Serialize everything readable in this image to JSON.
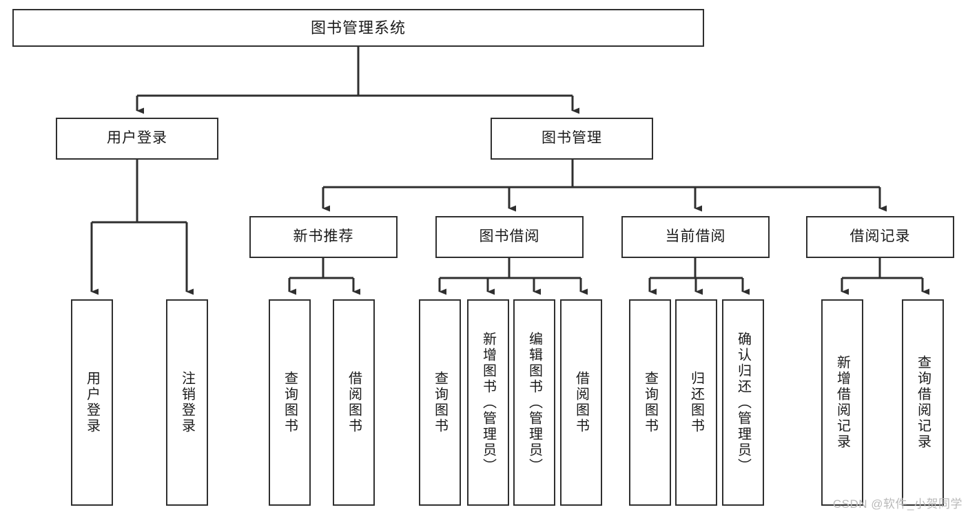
{
  "diagram": {
    "title": "图书管理系统",
    "watermark": "CSDN @软件_小贺同学",
    "line_color": "#2f2f2f",
    "background_color": "#ffffff",
    "text_color": "#1a1a1a",
    "nodes": {
      "root": {
        "label": "图书管理系统"
      },
      "level2": [
        {
          "label": "用户登录"
        },
        {
          "label": "图书管理"
        }
      ],
      "level3": [
        {
          "label": "新书推荐"
        },
        {
          "label": "图书借阅"
        },
        {
          "label": "当前借阅"
        },
        {
          "label": "借阅记录"
        }
      ],
      "leaves_user_login": [
        {
          "label": "用户登录"
        },
        {
          "label": "注销登录"
        }
      ],
      "leaves_new_book": [
        {
          "label": "查询图书"
        },
        {
          "label": "借阅图书"
        }
      ],
      "leaves_borrow": [
        {
          "label": "查询图书"
        },
        {
          "label": "新增图书（管理员）"
        },
        {
          "label": "编辑图书（管理员）"
        },
        {
          "label": "借阅图书"
        }
      ],
      "leaves_current": [
        {
          "label": "查询图书"
        },
        {
          "label": "归还图书"
        },
        {
          "label": "确认归还（管理员）"
        }
      ],
      "leaves_record": [
        {
          "label": "新增借阅记录"
        },
        {
          "label": "查询借阅记录"
        }
      ]
    }
  }
}
